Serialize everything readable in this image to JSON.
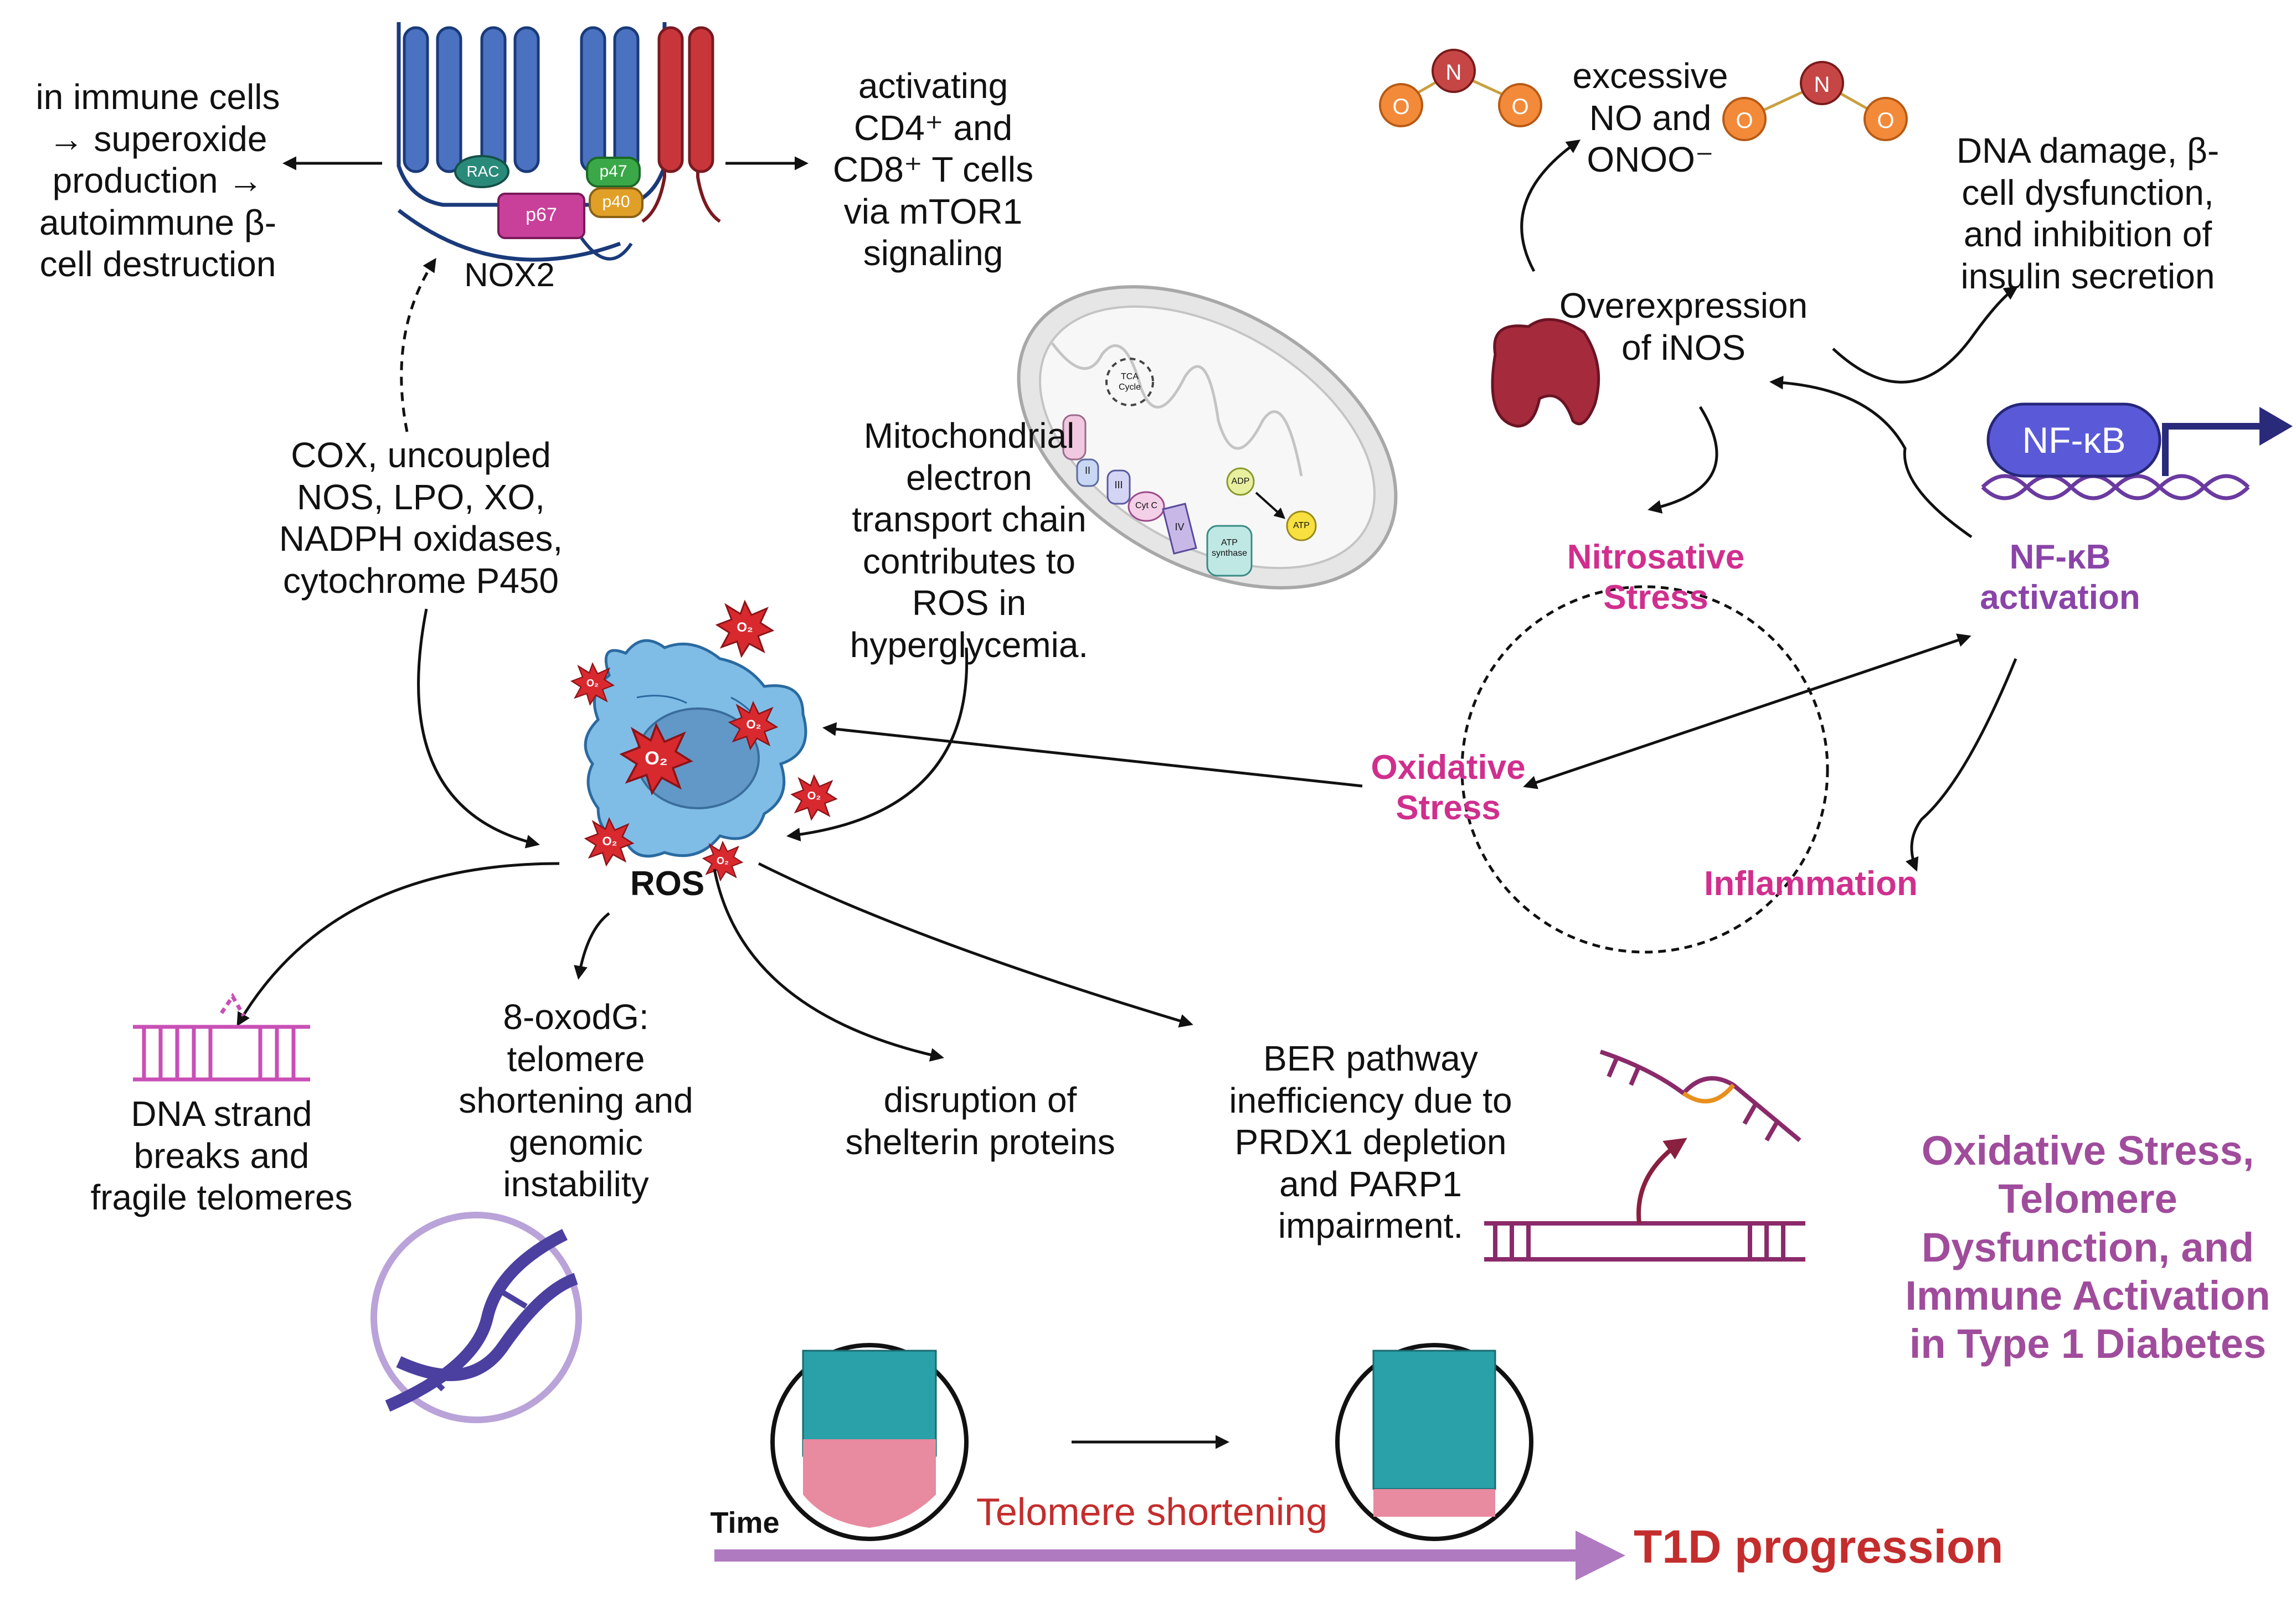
{
  "nox2": {
    "label": "NOX2",
    "subunits": {
      "rac": "RAC",
      "p67": "p67",
      "p47": "p47",
      "p40": "p40"
    },
    "left_effect": "in immune cells\n→ superoxide\nproduction →\nautoimmune β-\ncell destruction",
    "right_effect": "activating\nCD4⁺ and\nCD8⁺ T cells\nvia mTOR1\nsignaling"
  },
  "sources": "COX, uncoupled\nNOS, LPO, XO,\nNADPH oxidases,\ncytochrome P450",
  "mito": {
    "text": "Mitochondrial\nelectron\ntransport chain\ncontributes to\nROS in\nhyperglycemia.",
    "labels": {
      "tca": "TCA Cycle",
      "c2": "II",
      "c3": "III",
      "cytc": "Cyt C",
      "c4": "IV",
      "atp_synthase": "ATP synthase",
      "adp": "ADP",
      "atp": "ATP"
    }
  },
  "ros": {
    "label": "ROS",
    "o2_label": "O₂"
  },
  "inos": {
    "no_text": "excessive\nNO and\nONOO⁻",
    "overexpression": "Overexpression\nof iNOS",
    "dna_damage": "DNA damage, β-\ncell dysfunction,\nand inhibition of\ninsulin secretion",
    "molecule_center": "N",
    "molecule_side": "O"
  },
  "nfkb": {
    "box": "NF-κB",
    "activation": "NF-κB\nactivation"
  },
  "cycle": {
    "nitrosative": "Nitrosative\nStress",
    "oxidative": "Oxidative\nStress",
    "inflammation": "Inflammation"
  },
  "outcomes": {
    "dna_breaks": "DNA strand\nbreaks and\nfragile telomeres",
    "oxodg": "8-oxodG:\ntelomere\nshortening and\ngenomic\ninstability",
    "shelterin": "disruption of\nshelterin proteins",
    "ber": "BER pathway\ninefficiency due to\nPRDX1 depletion\nand PARP1\nimpairment."
  },
  "timeline": {
    "time": "Time",
    "telomere": "Telomere shortening",
    "progression": "T1D progression"
  },
  "title": "Oxidative Stress,\nTelomere\nDysfunction, and\nImmune Activation\nin Type 1 Diabetes",
  "colors": {
    "nox_blue": "#4a72c0",
    "nox_red": "#c8363c",
    "pink_text": "#d02f8e",
    "purple_text": "#8a44a8",
    "title_text": "#a04c9c",
    "red_text": "#c42d2d",
    "timeline_arrow": "#b07ac0",
    "cell_blue": "#7fbde6",
    "o2_red": "#d8292f",
    "molecule_orange": "#f28a3a",
    "molecule_red": "#c64646",
    "nfkb_box": "#5a5ad8",
    "telomere_teal": "#2aa0a8",
    "telomere_pink": "#e88aa0",
    "dna_purple": "#4b3fa0"
  }
}
